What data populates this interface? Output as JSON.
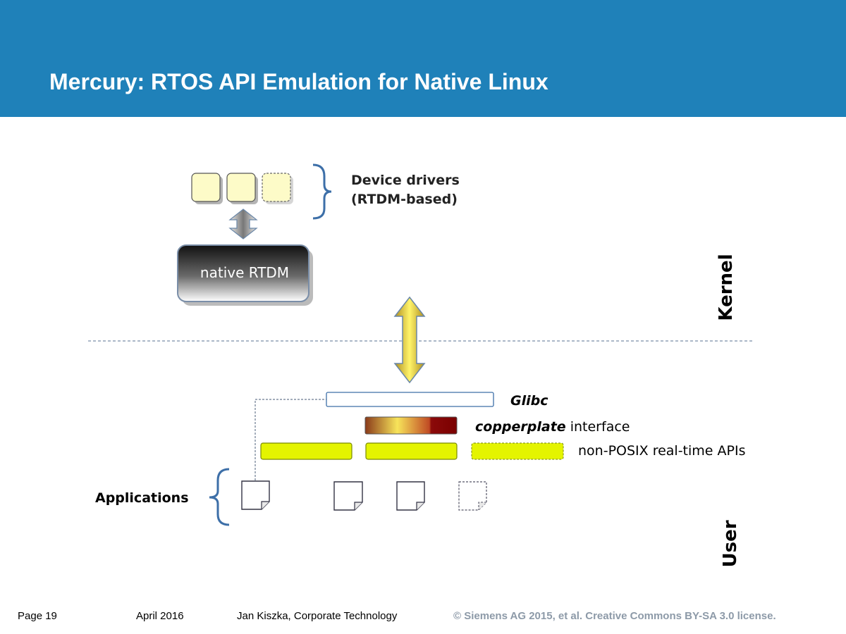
{
  "slide": {
    "title": "Mercury: RTOS API Emulation for Native Linux",
    "header_color": "#1f81b9"
  },
  "diagram": {
    "device_drivers_label": [
      "Device drivers",
      "(RTDM-based)"
    ],
    "native_rtdm_label": "native RTDM",
    "kernel_label": "Kernel",
    "user_label": "User",
    "glibc_label": "Glibc",
    "copperplate_label": "copperplate",
    "interface_label": " interface",
    "non_posix_label": "non-POSIX real-time APIs",
    "applications_label": "Applications",
    "colors": {
      "driver_box_fill": "#fdfbc8",
      "api_bar_fill": "#e4f400",
      "api_bar_stroke": "#7a8a00",
      "bracket": "#3d6fa8",
      "separator": "#7a8ea8"
    }
  },
  "footer": {
    "page": "Page 19",
    "date": "April 2016",
    "author": "Jan Kiszka, Corporate Technology",
    "copyright": "© Siemens AG 2015, et al. Creative Commons BY-SA 3.0 license."
  }
}
